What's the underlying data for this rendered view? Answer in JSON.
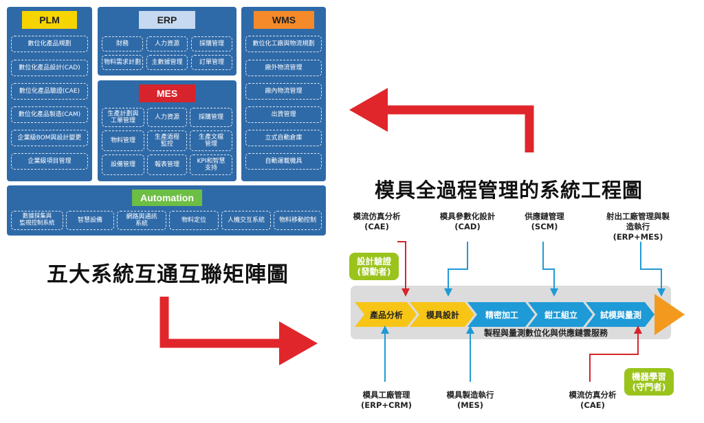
{
  "matrix": {
    "plm": {
      "title": "PLM",
      "items": [
        "數位化產品規劃",
        "數位化產品設計(CAD)",
        "數位化產品驗證(CAE)",
        "數位化產品製造(CAM)",
        "企業級BOM與設計變更",
        "企業級項目管理"
      ]
    },
    "erp": {
      "title": "ERP",
      "items": [
        "財務",
        "人力資源",
        "採購管理",
        "物料需求計劃",
        "主數據管理",
        "訂單管理"
      ]
    },
    "wms": {
      "title": "WMS",
      "items": [
        "數位化工廠與物流規劃",
        "廠外物流管理",
        "廠內物流管理",
        "出貨管理",
        "立式自動倉庫",
        "自動運載機具"
      ]
    },
    "mes": {
      "title": "MES",
      "items": [
        "生產計劃與\n工單管理",
        "人力資源",
        "採購管理",
        "物料管理",
        "生產過程\n監控",
        "生產文檔\n管理",
        "設備管理",
        "報表管理",
        "KPI和智慧\n支持"
      ]
    },
    "automation": {
      "title": "Automation",
      "items": [
        "數據採集與\n監視控制系統",
        "智慧設備",
        "網路與通訊\n系統",
        "物料定位",
        "人機交互系統",
        "物料移動控制"
      ]
    }
  },
  "matrix_caption": "五大系統互通互聯矩陣圖",
  "process_title": "模具全過程管理的系統工程圖",
  "top_labels": [
    "模流仿真分析\n(CAE)",
    "模具參數化設計\n(CAD)",
    "供應鏈管理\n(SCM)",
    "射出工廠管理與製造執行\n(ERP+MES)"
  ],
  "bottom_labels": [
    "模具工廠管理\n(ERP+CRM)",
    "模具製造執行\n(MES)",
    "模流仿真分析\n(CAE)"
  ],
  "steps": [
    "產品分析",
    "模具設計",
    "精密加工",
    "鉗工組立",
    "試模與量測"
  ],
  "band_label": "製程與量測數位化與供應鏈雲服務",
  "initiator": "設計驗證\n(發動者)",
  "gatekeeper": "機器學習\n(守門者)",
  "colors": {
    "panel": "#2f6aa8",
    "plm": "#f5d400",
    "erp": "#c6d9f0",
    "wms": "#f58a2a",
    "mes": "#d7232b",
    "automation": "#6dbe45",
    "chevron_yellow": "#f7c516",
    "chevron_blue": "#1e9ad6",
    "tip_orange": "#f39a1e",
    "arrow_red": "#e0262b",
    "bubble_green": "#9ac31c"
  },
  "icons": [
    "red-arrow-left-icon",
    "red-arrow-right-icon",
    "flow-arrow-icon"
  ]
}
